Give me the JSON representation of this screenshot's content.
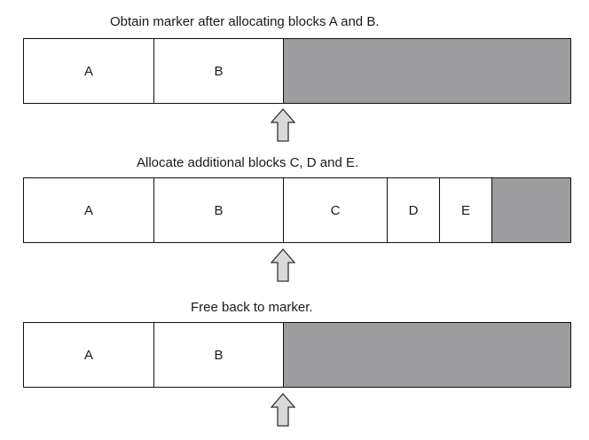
{
  "colors": {
    "free_space": "#9d9d9f",
    "block": "#ffffff",
    "arrow_fill": "#d9d9d9",
    "stroke": "#111111"
  },
  "steps": [
    {
      "caption": "Obtain marker after allocating blocks A and B.",
      "blocks": [
        "A",
        "B"
      ]
    },
    {
      "caption": "Allocate additional blocks C, D and E.",
      "blocks": [
        "A",
        "B",
        "C",
        "D",
        "E"
      ]
    },
    {
      "caption": "Free back to marker.",
      "blocks": [
        "A",
        "B"
      ]
    }
  ],
  "marker_icon": "up-arrow-icon"
}
